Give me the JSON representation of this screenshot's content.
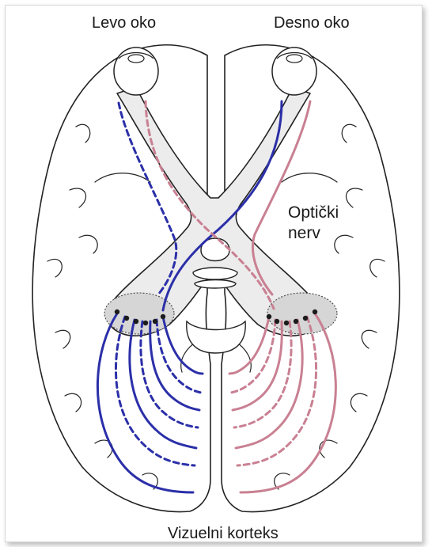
{
  "labels": {
    "left_eye": "Levo oko",
    "right_eye": "Desno oko",
    "optic_nerve": "Optički nerv",
    "visual_cortex": "Vizuelni korteks"
  },
  "colors": {
    "left_eye_pathway": "#2b2fa8",
    "right_eye_pathway": "#c98092",
    "outline": "#222222",
    "shading": "#d8d8d8"
  }
}
